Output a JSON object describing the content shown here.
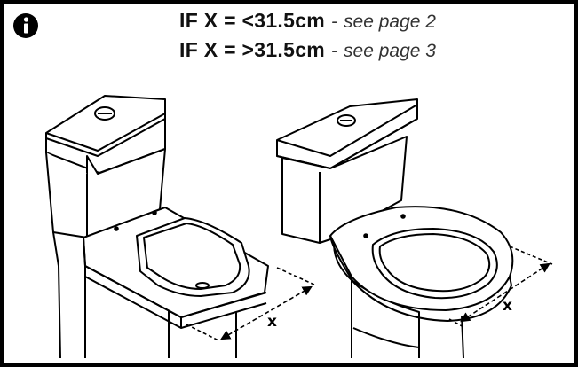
{
  "icon": "info-icon",
  "heading": {
    "line1": {
      "condition": "IF X = <31.5cm",
      "separator": "-",
      "reference": "see page 2"
    },
    "line2": {
      "condition": "IF X = >31.5cm",
      "separator": "-",
      "reference": "see page 3"
    }
  },
  "labels": {
    "left_dimension": "x",
    "right_dimension": "x"
  },
  "colors": {
    "ink": "#000000",
    "background": "#ffffff"
  }
}
